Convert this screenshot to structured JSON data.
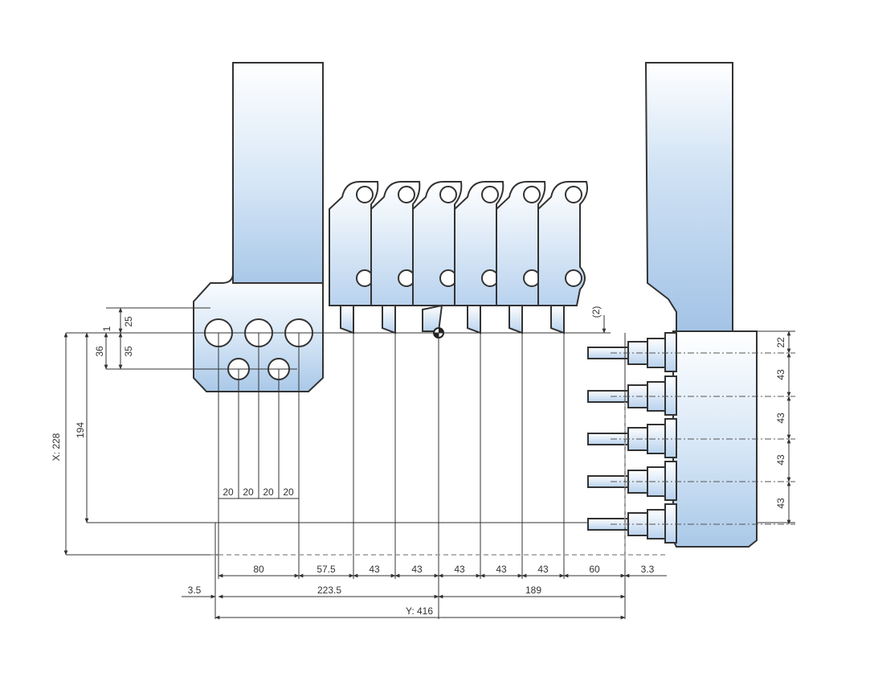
{
  "dimensions": {
    "top_left_1": "1",
    "top_left_25": "25",
    "left_36": "36",
    "left_35": "35",
    "x_total": "X: 228",
    "y_194": "194",
    "hole_pitch": [
      "20",
      "20",
      "20",
      "20"
    ],
    "bottom_row": [
      "80",
      "57.5",
      "43",
      "43",
      "43",
      "43",
      "43",
      "60",
      "3.3"
    ],
    "offset_left": "3.5",
    "span_left": "223.5",
    "span_right": "189",
    "y_total": "Y: 416",
    "clearance": "(2)",
    "right_pitch": [
      "22",
      "43",
      "43",
      "43",
      "43"
    ]
  },
  "colors": {
    "body_top": "#ffffff",
    "body_bottom": "#a9c8e8",
    "line": "#333333"
  }
}
